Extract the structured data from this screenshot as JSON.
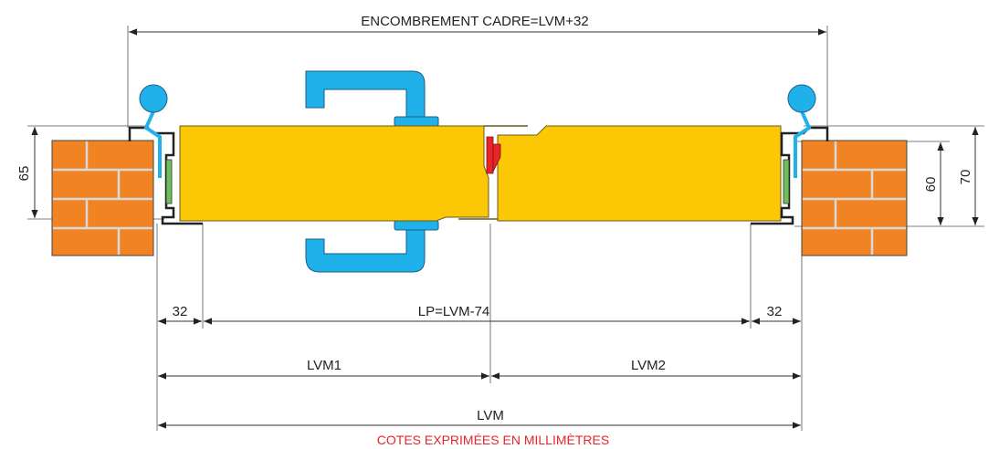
{
  "title": "ENCOMBREMENT CADRE=LVM+32",
  "dimensions": {
    "left_height": "65",
    "right_inner_height": "60",
    "right_outer_height": "70",
    "left_offset": "32",
    "right_offset": "32",
    "passage": "LP=LVM-74",
    "leaf1": "LVM1",
    "leaf2": "LVM2",
    "total": "LVM"
  },
  "note": "COTES EXPRIMÉES EN MILLIMÈTRES",
  "colors": {
    "leaf": "#fcc705",
    "brick": "#f28322",
    "hardware": "#20b0ea",
    "seal": "#e8262a",
    "note": "#e8262a"
  }
}
